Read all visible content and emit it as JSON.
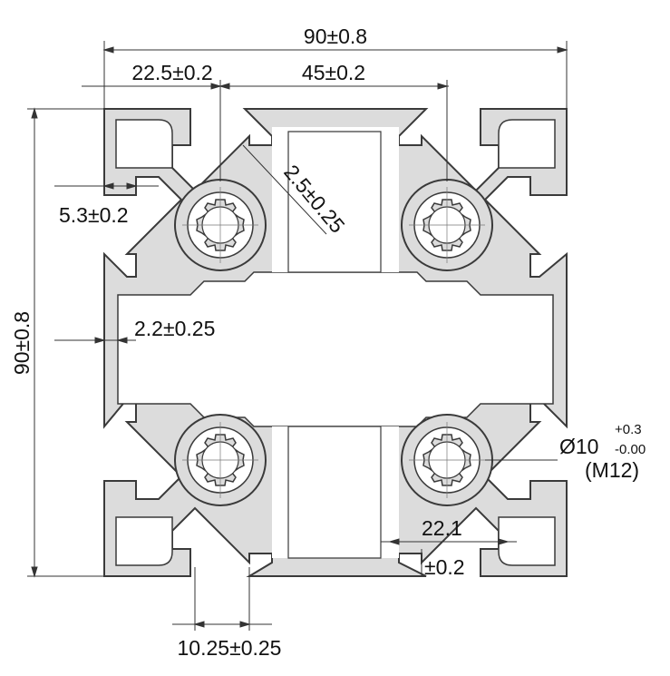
{
  "dimensions": {
    "overall_width": "90±0.8",
    "overall_height": "90±0.8",
    "left_offset": "22.5±0.2",
    "center_pitch": "45±0.2",
    "slot_depth": "5.3±0.2",
    "web_thickness": "2.5±0.25",
    "wall_thickness": "2.2±0.25",
    "core_diameter_prefix": "Ø10",
    "core_tol_plus": "+0.3",
    "core_tol_minus": "-0.00",
    "thread": "(M12)",
    "slot_inner": "22.1",
    "slot_inner_tol": "±0.2",
    "slot_opening": "10.25±0.25"
  },
  "colors": {
    "profile_fill": "#dcdcdc",
    "profile_stroke": "#3a3a3a",
    "dimension_line": "#333333"
  }
}
